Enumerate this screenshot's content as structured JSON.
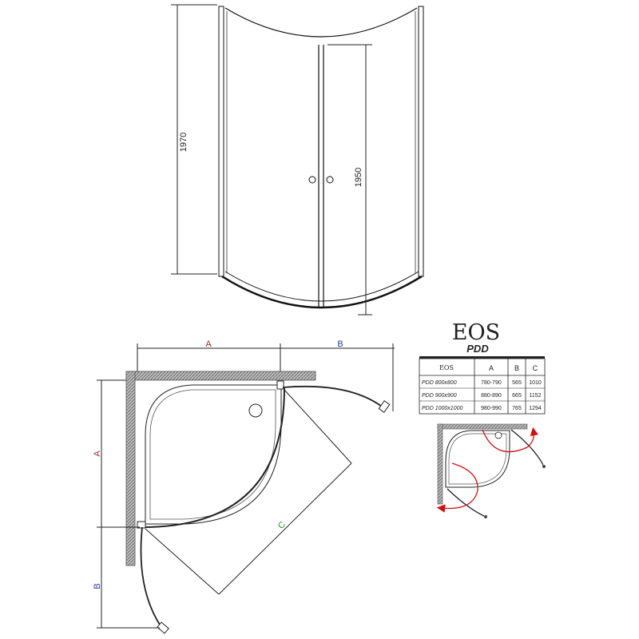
{
  "front_view": {
    "height_total": "1970",
    "height_door": "1950"
  },
  "plan_view": {
    "label_a_top": "A",
    "label_b_top": "B",
    "label_a_side": "A",
    "label_b_side": "B",
    "label_c": "C"
  },
  "product": {
    "name": "EOS",
    "subtitle": "PDD"
  },
  "table": {
    "headers": [
      "EOS",
      "A",
      "B",
      "C"
    ],
    "rows": [
      [
        "PDD 800x800",
        "780-790",
        "565",
        "1010"
      ],
      [
        "PDD 900x900",
        "880-890",
        "665",
        "1152"
      ],
      [
        "PDD 1000x1000",
        "980-990",
        "765",
        "1294"
      ]
    ]
  },
  "colors": {
    "a": "#a0302a",
    "b": "#2a3aa0",
    "c": "#2a8a2a",
    "arrow": "#cc1111",
    "wall": "#8a8a8a"
  }
}
